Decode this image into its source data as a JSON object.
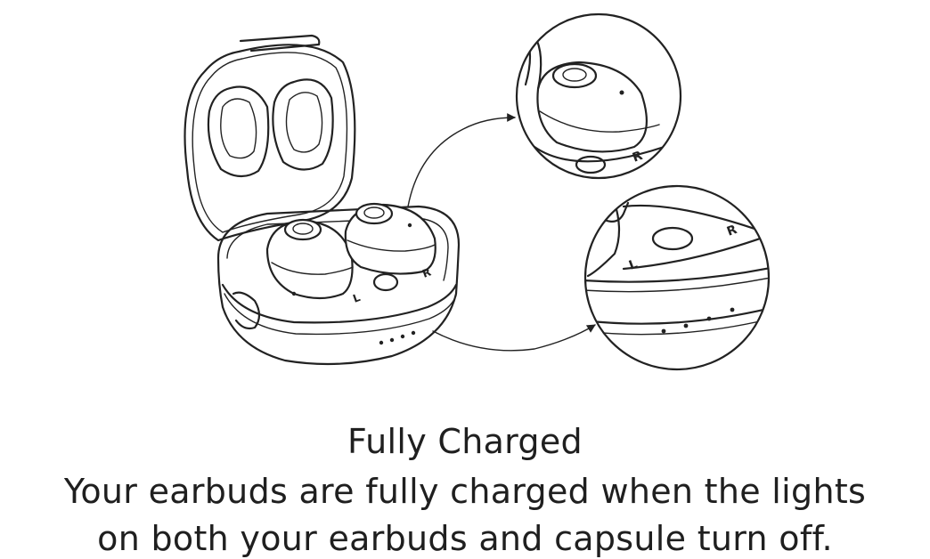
{
  "caption": {
    "title": "Fully Charged",
    "line1": "Your earbuds are fully charged when the lights",
    "line2": "on both your earbuds and capsule turn off."
  },
  "labels": {
    "left": "L",
    "right": "R"
  },
  "icons": {
    "case": "charging-case-illustration",
    "zoom_earbud": "earbud-zoom-circle",
    "zoom_case": "case-leds-zoom-circle"
  }
}
